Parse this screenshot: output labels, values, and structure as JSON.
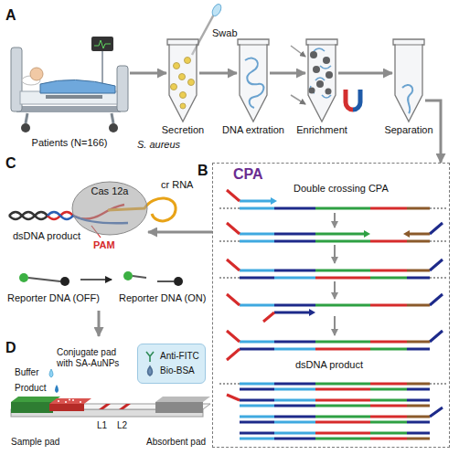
{
  "diagram": {
    "nodes": [
      {
        "text": [
          "Patients (N=166)"
        ]
      },
      {
        "text": [
          "Secretion"
        ]
      },
      {
        "text": [
          "DNA extration"
        ]
      },
      {
        "text": [
          "Enrichment"
        ]
      },
      {
        "text": [
          "Separation"
        ]
      },
      {
        "text": [
          "CPA",
          "Double crossing CPA",
          "dsDNA product"
        ]
      },
      {
        "text": [
          "Cas 12a"
        ]
      }
    ],
    "edges": [
      {
        "from": 0,
        "to": 1,
        "arrow": "to"
      },
      {
        "from": 1,
        "to": 2,
        "arrow": "to"
      },
      {
        "from": 2,
        "to": 3,
        "arrow": "to"
      },
      {
        "from": 3,
        "to": 4,
        "arrow": "to"
      },
      {
        "from": 4,
        "to": 5,
        "arrow": "to"
      },
      {
        "from": 5,
        "to": 6,
        "arrow": "to"
      }
    ],
    "labels": [
      "A",
      "Swab",
      "S. aureus",
      "B",
      "C",
      "cr RNA",
      "dsDNA product",
      "PAM",
      "Reporter DNA (OFF)",
      "Reporter DNA (ON)",
      "D",
      "Buffer",
      "Product",
      "Conjugate pad with SA-AuNPs",
      "L1",
      "L2",
      "Sample pad",
      "Absorbent pad"
    ],
    "legend": [
      {
        "text": "Anti-FITC"
      },
      {
        "text": "Bio-BSA"
      }
    ]
  }
}
